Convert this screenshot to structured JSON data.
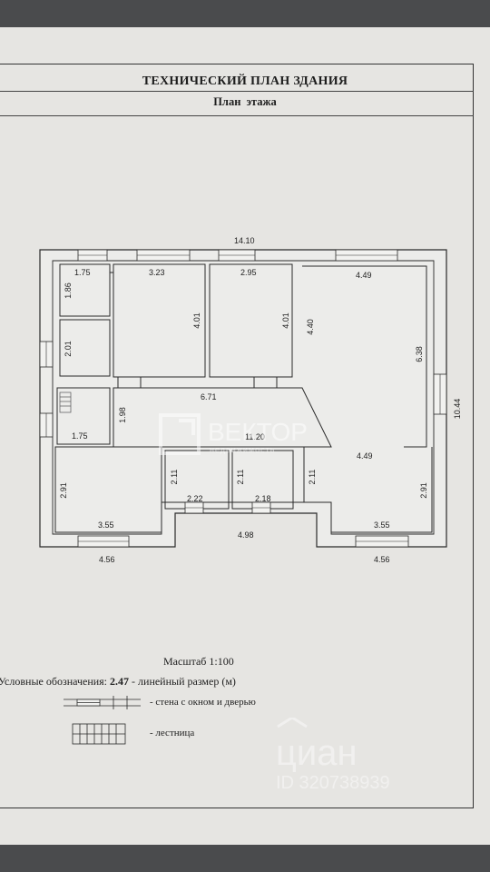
{
  "document": {
    "title": "ТЕХНИЧЕСКИЙ ПЛАН ЗДАНИЯ",
    "subtitle": "План этажа",
    "scale": "Масштаб 1:100"
  },
  "dimensions": {
    "total_width": "14.10",
    "total_height": "10.44",
    "room_tl_small_w": "1.75",
    "room_tl_small_h": "1.86",
    "room_left_mid_h": "2.01",
    "room_left_stairs_w": "1.75",
    "room_top2_w": "3.23",
    "room_top2_h": "4.01",
    "room_top3_w": "2.95",
    "room_top3_h": "4.01",
    "room_right_w": "4.49",
    "room_right_h": "4.40",
    "room_right_full_h": "6.38",
    "corridor_w": "6.71",
    "corridor_h": "1.98",
    "hall_w": "11.20",
    "bottom_right_top_w": "4.49",
    "bottom_left_h": "2.91",
    "bottom_left_w": "3.55",
    "bath1_h": "2.11",
    "bath1_w": "2.22",
    "bath2_h": "2.11",
    "bath2_w": "2.18",
    "bottom_right_h_left": "2.11",
    "bottom_right_h": "2.91",
    "bottom_right_w": "3.55",
    "recess_w": "4.98",
    "bottom_outer_left": "4.56",
    "bottom_outer_right": "4.56"
  },
  "legend": {
    "prefix": "Условные обозначения: ",
    "sample": "2.47",
    "suffix": " - линейный размер (м)",
    "wall_label": "- стена с окном и дверью",
    "stairs_label": "- лестница"
  },
  "watermarks": {
    "brand": "ВЕКТОР",
    "brand_sub": "недвижимость",
    "cian_text": "циан",
    "cian_id": "ID 320738939"
  }
}
